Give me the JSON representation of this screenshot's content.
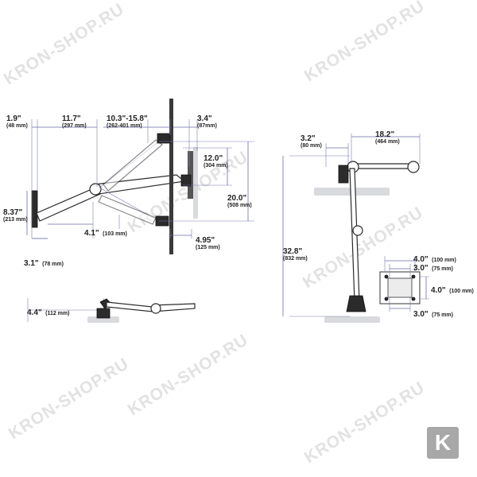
{
  "watermark": {
    "text": "KRON-SHOP.RU",
    "color": "#b4b4b4",
    "count": 7
  },
  "logo": {
    "letter": "K",
    "color": "#a8a8a8"
  },
  "colors": {
    "dimension_line": "#6b6fa8",
    "shadow": "#d9dade",
    "arm_outline": "#2a2a2a"
  },
  "side_view": {
    "dims": [
      {
        "main": "1.9\"",
        "sub": "(48 mm)"
      },
      {
        "main": "11.7\"",
        "sub": "(297 mm)"
      },
      {
        "main": "10.3\"-15.8\"",
        "sub": "(262-401 mm)"
      },
      {
        "main": "3.4\"",
        "sub": "(87mm)"
      },
      {
        "main": "12.0\"",
        "sub": "(304 mm)"
      },
      {
        "main": "20.0\"",
        "sub": "(508 mm)"
      },
      {
        "main": "8.37\"",
        "sub": "(213 mm)"
      },
      {
        "main": "4.1\"",
        "sub": "(103 mm)"
      },
      {
        "main": "4.95\"",
        "sub": "(125 mm)"
      },
      {
        "main": "3.1\"",
        "sub": "(78 mm)"
      }
    ]
  },
  "top_view": {
    "dims": [
      {
        "main": "4.4\"",
        "sub": "(112 mm)"
      }
    ]
  },
  "front_view": {
    "dims": [
      {
        "main": "3.2\"",
        "sub": "(80 mm)"
      },
      {
        "main": "18.2\"",
        "sub": "(464 mm)"
      },
      {
        "main": "32.8\"",
        "sub": "(832 mm)"
      }
    ]
  },
  "vesa": {
    "dims": [
      {
        "main": "4.0\"",
        "sub": "(100 mm)"
      },
      {
        "main": "3.0\"",
        "sub": "(75 mm)"
      },
      {
        "main": "4.0\"",
        "sub": "(100 mm)"
      },
      {
        "main": "3.0\"",
        "sub": "(75 mm)"
      }
    ]
  }
}
